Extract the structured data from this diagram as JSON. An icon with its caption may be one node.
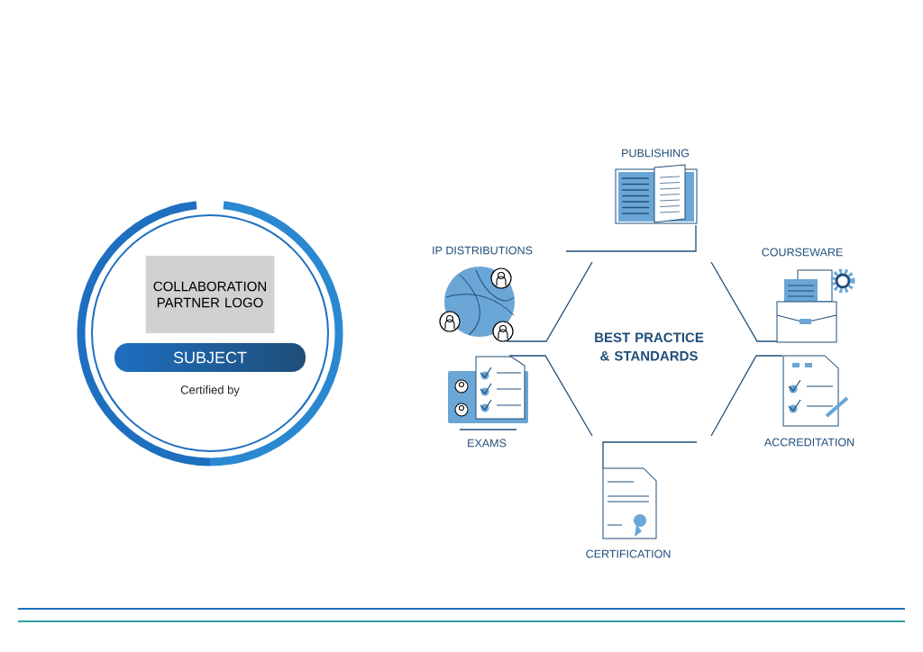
{
  "diagram": {
    "nodes": [
      {
        "text": [],
        "shape": "circle"
      },
      {
        "text": [
          "COLLABORATION PARTNER LOGO"
        ],
        "in": 0
      },
      {
        "text": [
          "SUBJECT"
        ],
        "in": 0
      },
      {
        "text": [
          "PUBLISHING"
        ]
      },
      {
        "text": [
          "IP DISTRIBUTIONS"
        ]
      },
      {
        "text": [
          "COURSEWARE"
        ]
      },
      {
        "text": [
          "BEST PRACTICE & STANDARDS"
        ]
      },
      {
        "text": [
          "EXAMS"
        ]
      },
      {
        "text": [
          "ACCREDITATION"
        ]
      },
      {
        "text": [
          "CERTIFICATION"
        ]
      }
    ],
    "labels": [
      "Certified by"
    ]
  }
}
